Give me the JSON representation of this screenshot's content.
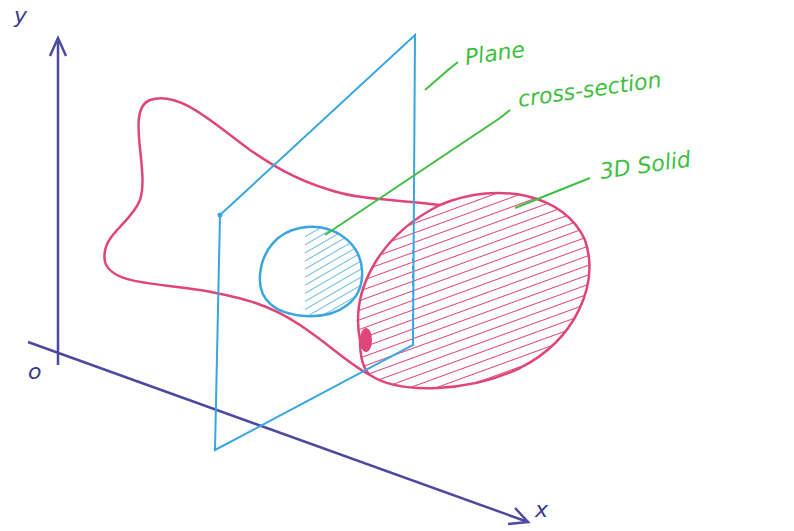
{
  "diagram": {
    "labels": [
      "y",
      "o",
      "x",
      "Plane",
      "cross-section",
      "3D Solid"
    ]
  }
}
